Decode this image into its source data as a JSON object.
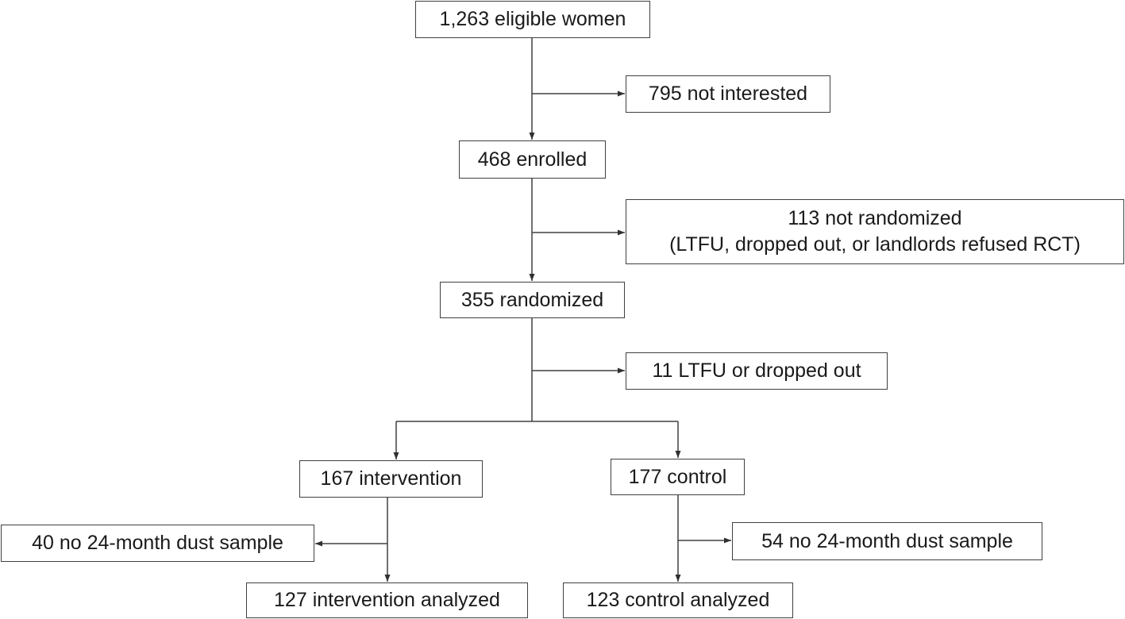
{
  "boxes": {
    "eligible": "1,263 eligible women",
    "not_interested": "795 not interested",
    "enrolled": "468 enrolled",
    "not_randomized_line1": "113 not randomized",
    "not_randomized_line2": "(LTFU, dropped out, or landlords refused RCT)",
    "randomized": "355 randomized",
    "ltfu": "11 LTFU or dropped out",
    "intervention": "167 intervention",
    "control": "177 control",
    "no_dust_intervention": "40 no 24-month dust sample",
    "no_dust_control": "54 no 24-month dust sample",
    "intervention_analyzed": "127 intervention analyzed",
    "control_analyzed": "123 control analyzed"
  },
  "colors": {
    "line": "#404040",
    "text": "#1a1a1a",
    "background": "#ffffff"
  }
}
